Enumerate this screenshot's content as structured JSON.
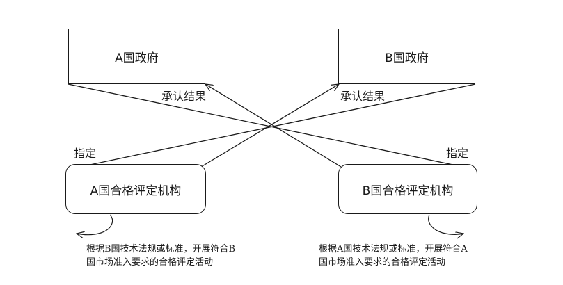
{
  "boxes": {
    "a_gov": "A国政府",
    "b_gov": "B国政府",
    "a_cab": "A国合格评定机构",
    "b_cab": "B国合格评定机构"
  },
  "labels": {
    "recognize_left": "承认结果",
    "recognize_right": "承认结果",
    "designate_left": "指定",
    "designate_right": "指定"
  },
  "notes": {
    "left_line1": "根据B国技术法规或标准，开展符合B",
    "left_line2": "国市场准入要求的合格评定活动",
    "right_line1": "根据A国技术法规或标准，开展符合A",
    "right_line2": "国市场准入要求的合格评定活动"
  },
  "colors": {
    "stroke": "#1a1a1a",
    "background": "#ffffff"
  }
}
